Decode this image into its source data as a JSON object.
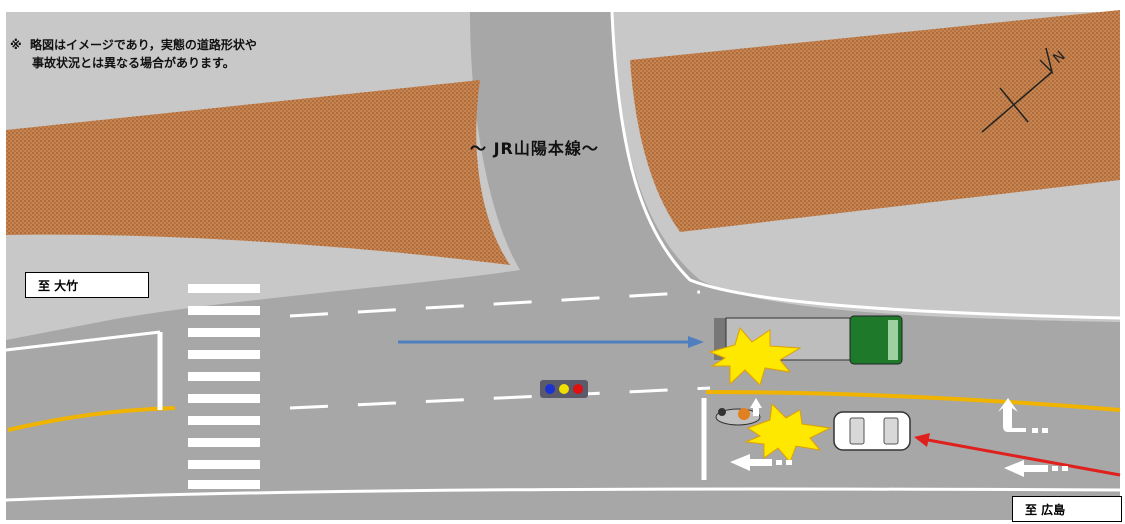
{
  "note": {
    "line1": "※  略図はイメージであり，実態の道路形状や",
    "line2": "事故状況とは異なる場合があります。"
  },
  "railway_label": "～  JR山陽本線～",
  "places": {
    "ohtake": "至  大竹",
    "hiroshima": "至  広島"
  },
  "north_label": "N",
  "colors": {
    "road": "#a7a7a7",
    "verge": "#c8c8c8",
    "embankment": "#b86a3c",
    "lane_center_yellow": "#f0b400",
    "through_arrow": "#4f7fbf",
    "motorcycle_path": "#e0201c",
    "signal_housing": "#5a5a6a",
    "truck_cab": "#1e7a2a",
    "impact": "#ffe800"
  },
  "icons": [
    "north-arrow-icon",
    "traffic-signal-icon",
    "truck-icon",
    "car-icon",
    "motorcycle-icon",
    "collision-burst-icon",
    "turn-arrow-icon"
  ]
}
